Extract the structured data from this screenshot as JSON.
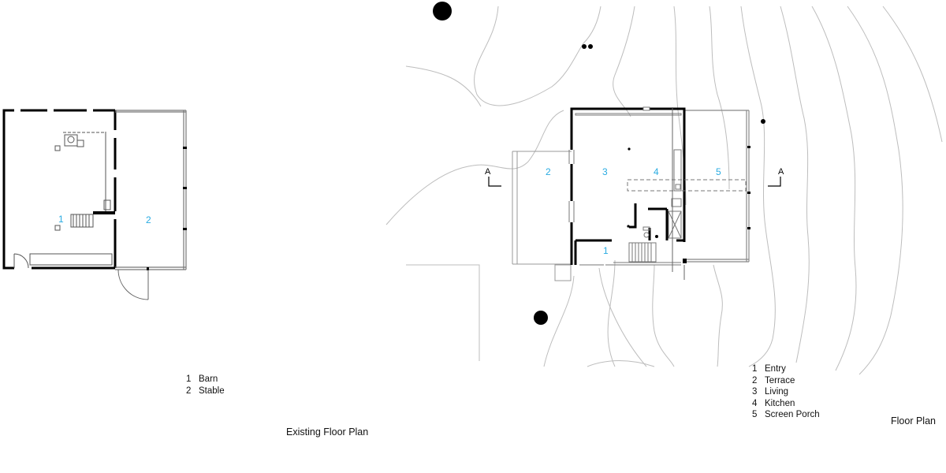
{
  "existing_plan": {
    "caption": "Existing Floor Plan",
    "rooms": [
      {
        "num": "1",
        "name": "Barn"
      },
      {
        "num": "2",
        "name": "Stable"
      }
    ]
  },
  "new_plan": {
    "caption": "Floor Plan",
    "section_label": "A",
    "rooms": [
      {
        "num": "1",
        "name": "Entry"
      },
      {
        "num": "2",
        "name": "Terrace"
      },
      {
        "num": "3",
        "name": "Living"
      },
      {
        "num": "4",
        "name": "Kitchen"
      },
      {
        "num": "5",
        "name": "Screen Porch"
      }
    ]
  },
  "colors": {
    "room_number": "#29abe2",
    "wall": "#000000",
    "contour": "#bdbdbd"
  }
}
